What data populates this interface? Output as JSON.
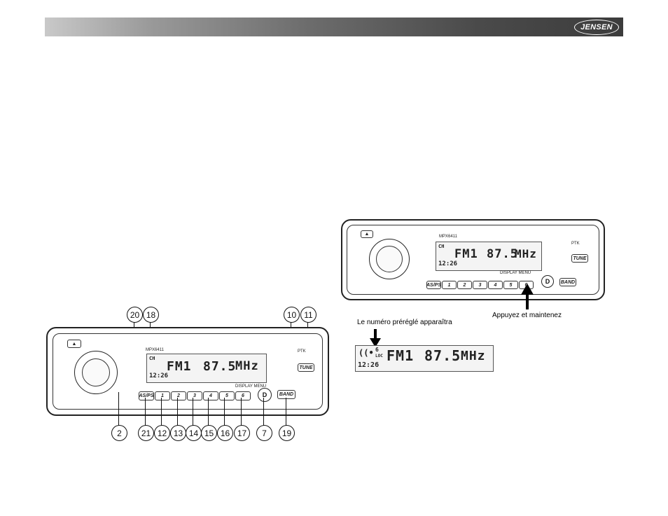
{
  "brand": "JENSEN",
  "radio": {
    "model": "MPX6411",
    "band": "FM1",
    "frequency": "87.5",
    "unit": "MHz",
    "clock": "12:26",
    "preset_indicator": "6",
    "ch_label": "CH",
    "loc_label": "LOC",
    "preset_buttons": [
      {
        "label": "AS/PS"
      },
      {
        "label": "1"
      },
      {
        "label": "2"
      },
      {
        "label": "3"
      },
      {
        "label": "4"
      },
      {
        "label": "5"
      },
      {
        "label": "6"
      }
    ],
    "band_button": "BAND",
    "display_menu": "DISPLAY MENU",
    "tune_label": "TUNE",
    "ptk_label": "PTK"
  },
  "callouts_top": [
    "20",
    "18",
    "10",
    "11"
  ],
  "callouts_bottom": [
    "2",
    "21",
    "12",
    "13",
    "14",
    "15",
    "16",
    "17",
    "7",
    "19"
  ],
  "captions": {
    "press_and_hold": "Appuyez et maintenez",
    "preset_appears": "Le numéro préréglé apparaîtra"
  }
}
